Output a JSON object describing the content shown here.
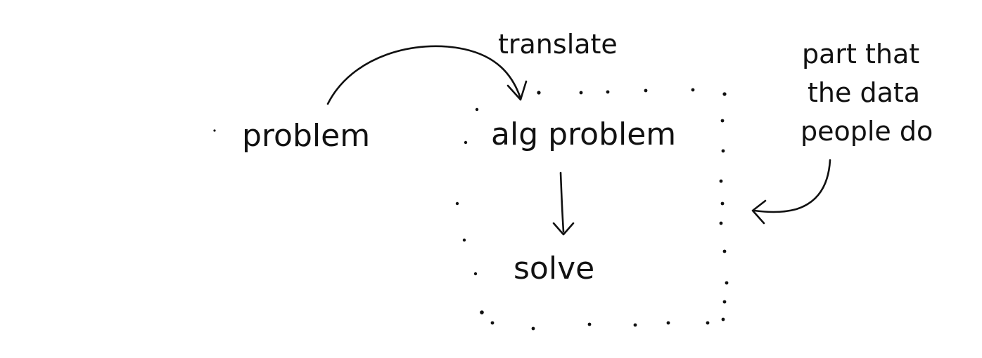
{
  "diagram": {
    "nodes": {
      "problem": "problem",
      "alg_problem": "alg problem",
      "solve": "solve"
    },
    "edges": {
      "translate": "translate"
    },
    "annotation": {
      "lines": [
        "part that",
        "the data",
        "people do"
      ]
    }
  },
  "colors": {
    "ink": "#111111",
    "background": "#ffffff"
  }
}
